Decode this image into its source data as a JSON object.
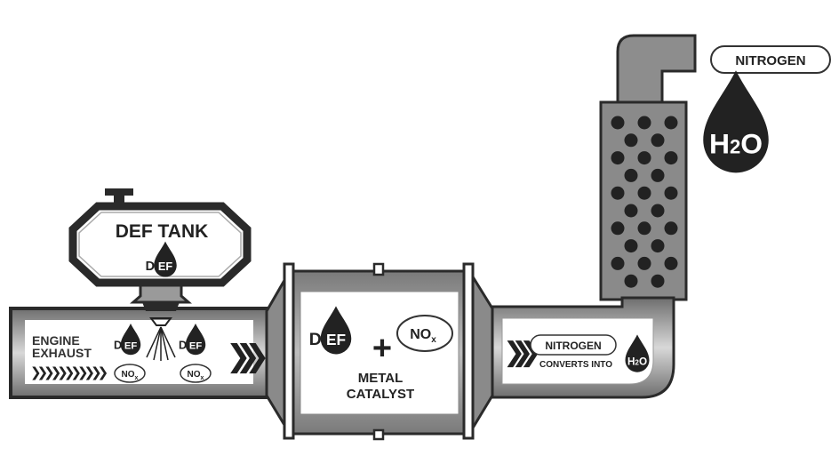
{
  "tank": {
    "label": "DEF TANK",
    "def_logo": {
      "d": "D",
      "ef": "EF"
    }
  },
  "inlet": {
    "line1": "ENGINE",
    "line2": "EXHAUST",
    "def_logo": {
      "d": "D",
      "ef": "EF"
    },
    "nox": {
      "main": "NO",
      "sub": "x"
    }
  },
  "catalyst": {
    "def_logo": {
      "d": "D",
      "ef": "EF"
    },
    "plus": "+",
    "nox": {
      "main": "NO",
      "sub": "x"
    },
    "line1": "METAL",
    "line2": "CATALYST"
  },
  "outlet": {
    "nitrogen": "NITROGEN",
    "converts": "CONVERTS INTO",
    "h2o": {
      "h": "H",
      "sub": "2",
      "o": "O"
    }
  },
  "output": {
    "nitrogen": "NITROGEN",
    "h2o": {
      "h": "H",
      "sub": "2",
      "o": "O"
    }
  },
  "colors": {
    "dark": "#2a2a2a",
    "gray": "#8a8a8a",
    "light": "#c4c4c4",
    "white": "#ffffff"
  }
}
